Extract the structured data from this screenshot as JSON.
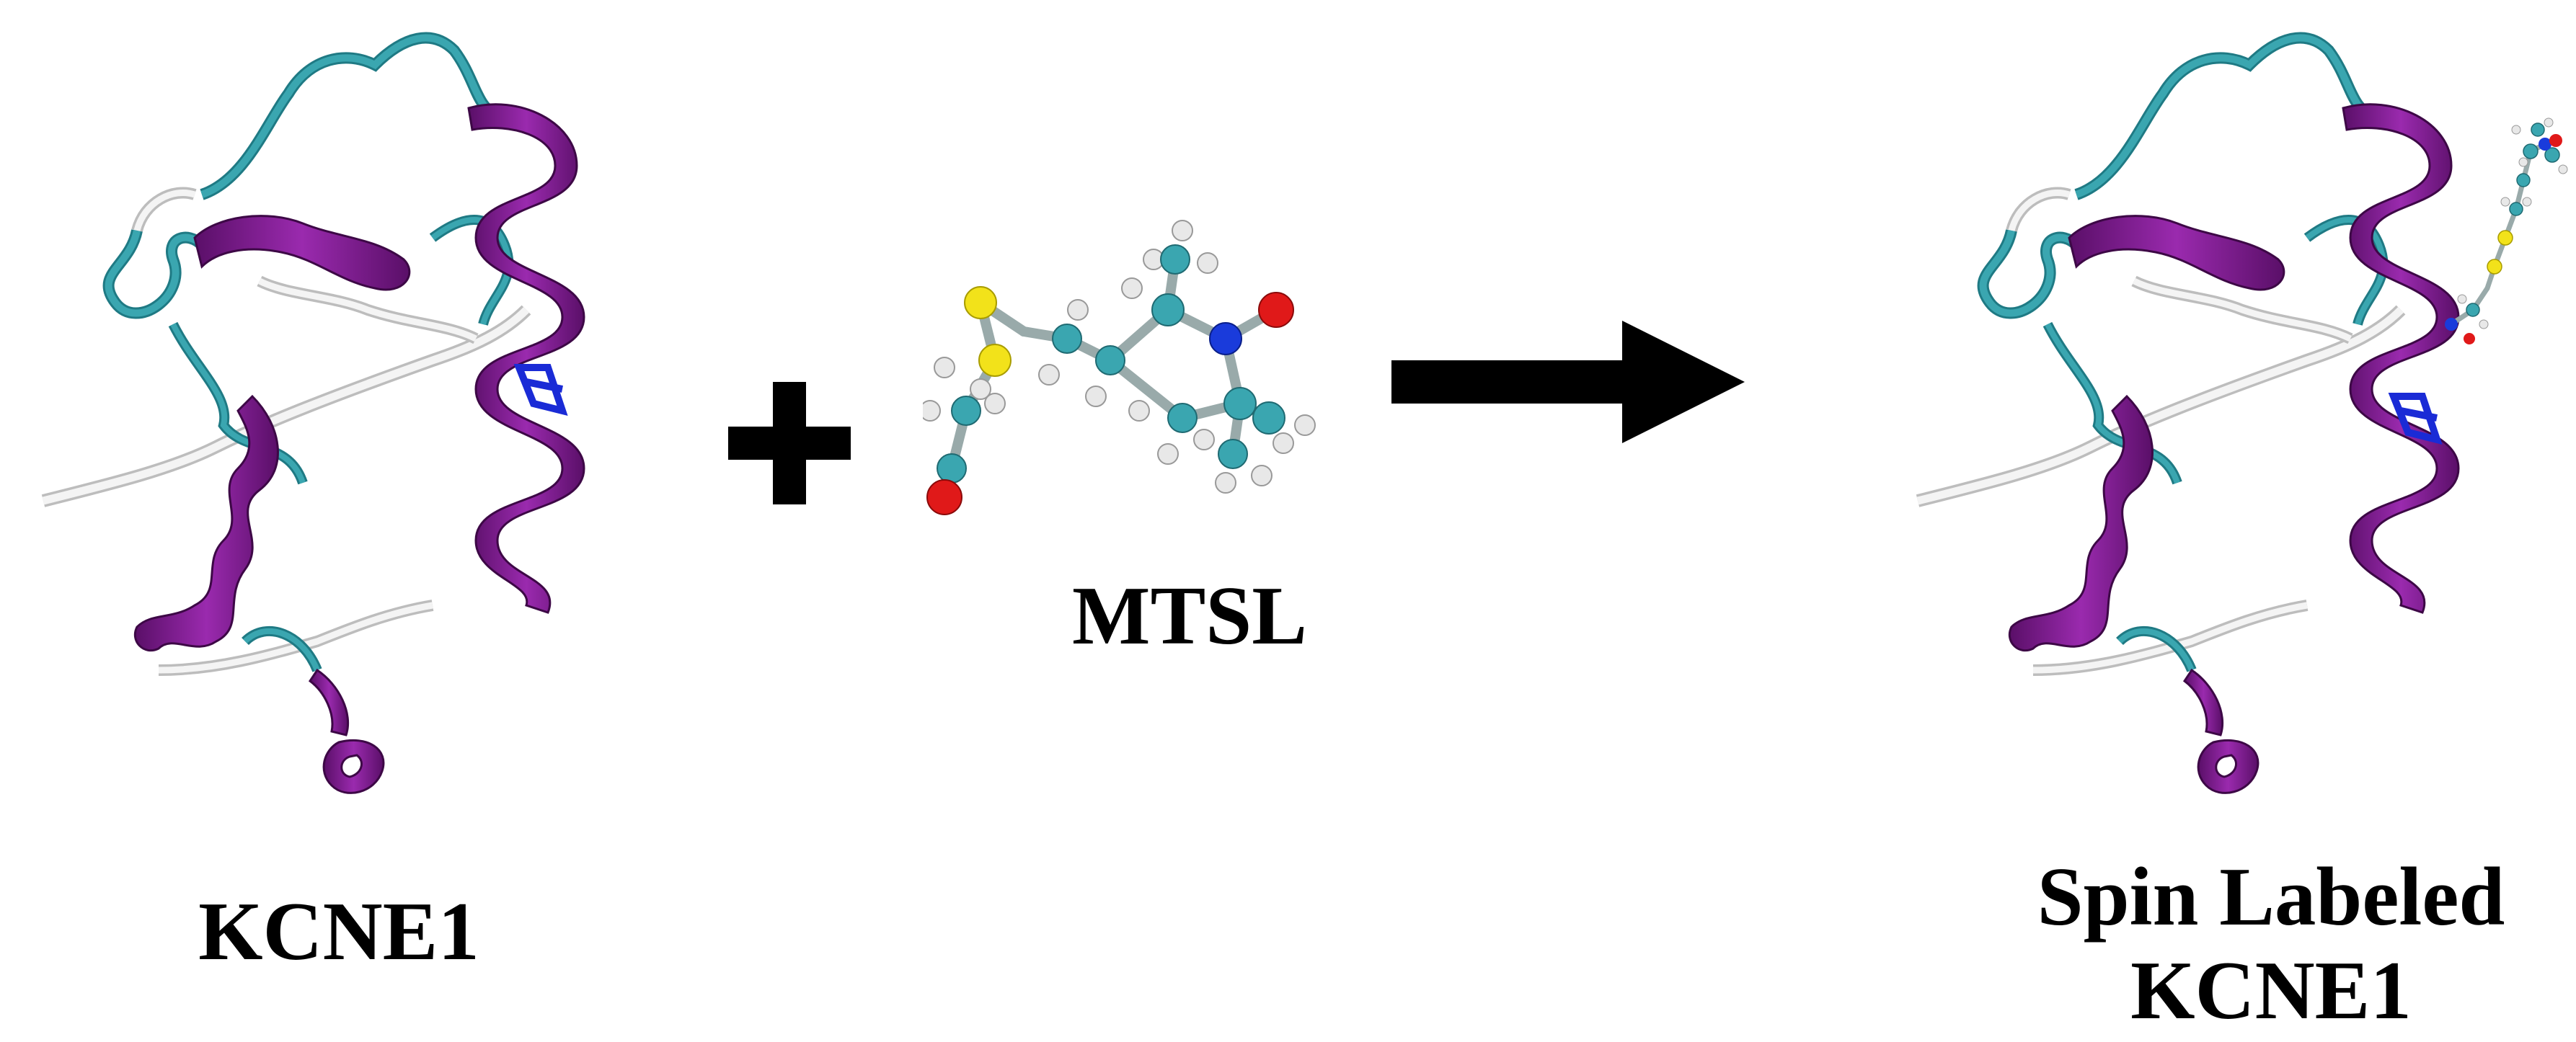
{
  "labels": {
    "protein": "KCNE1",
    "reagent": "MTSL",
    "product_line1": "Spin Labeled",
    "product_line2": "KCNE1"
  },
  "colors": {
    "helix": "#7a1a8a",
    "turn": "#3aa6b0",
    "coil": "#e6e6e6",
    "bridge": "#1a2bd6",
    "carbon": "#3aa6b0",
    "sulfur": "#f2e21a",
    "oxygen": "#e01919",
    "nitrogen": "#1a3bdb",
    "hydrogen": "#e8e8e8"
  },
  "symbols": {
    "plus": "plus-sign",
    "arrow": "reaction-arrow"
  }
}
